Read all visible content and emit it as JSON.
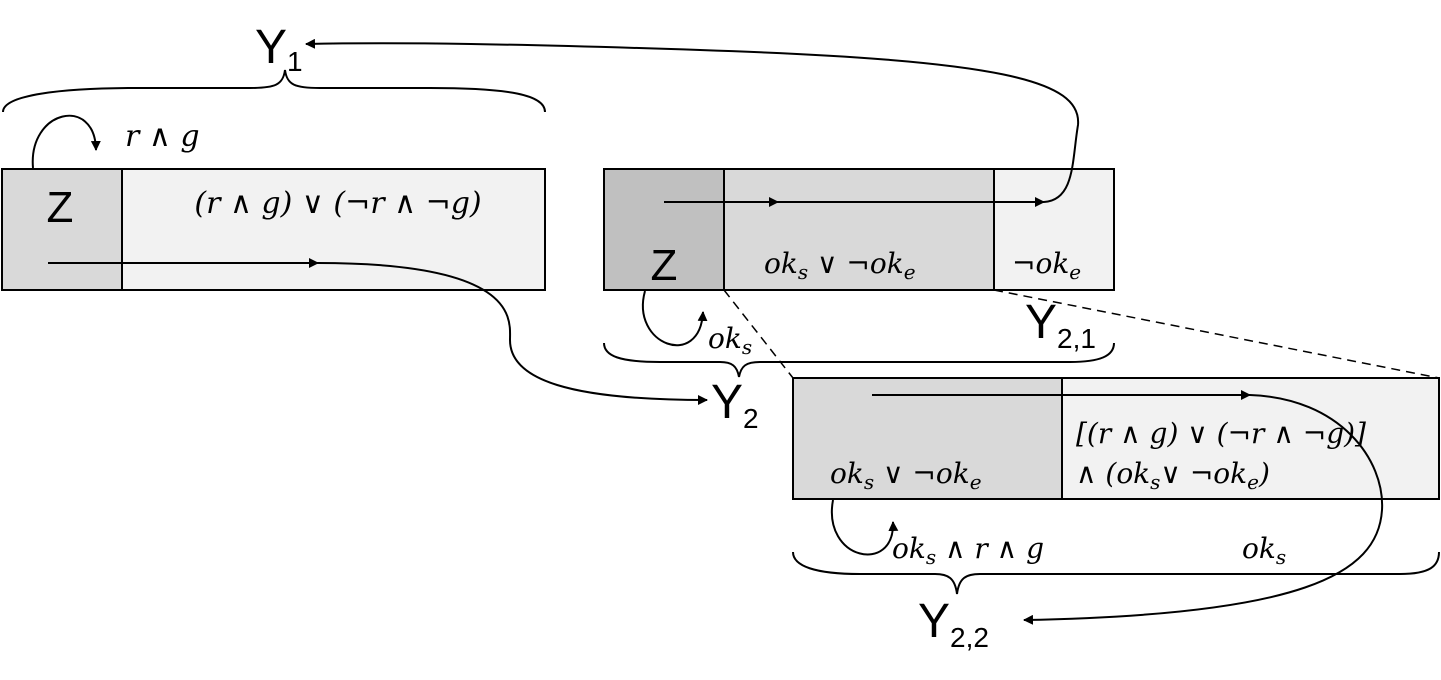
{
  "diagram": {
    "y1": {
      "letter": "Y",
      "sub": "1"
    },
    "y2": {
      "letter": "Y",
      "sub": "2"
    },
    "y21": {
      "letter": "Y",
      "sub": "2,1"
    },
    "y22": {
      "letter": "Y",
      "sub": "2,2"
    },
    "box1": {
      "z_label": "Z",
      "formula": "(r ∧ g) ∨ (¬r ∧ ¬g)",
      "self_loop_label": "r ∧ g"
    },
    "box2": {
      "z_label": "Z",
      "mid_formula_a": "ok",
      "mid_formula_a_sub": "s",
      "mid_formula_b": " ∨  ¬ok",
      "mid_formula_b_sub": "e",
      "right_formula": "¬ok",
      "right_formula_sub": "e",
      "self_loop_label": "ok",
      "self_loop_label_sub": "s"
    },
    "box3": {
      "left_formula_a": "ok",
      "left_formula_a_sub": "s",
      "left_formula_b": " ∨  ¬ok",
      "left_formula_b_sub": "e",
      "right_line1": "[(r ∧ g) ∨ (¬r ∧ ¬g)]",
      "right_line2_a": "∧ (ok",
      "right_line2_a_sub": "s",
      "right_line2_b": "∨  ¬ok",
      "right_line2_b_sub": "e",
      "right_line2_c": ")",
      "self_loop_label_a": "ok",
      "self_loop_label_a_sub": "s",
      "self_loop_label_b": " ∧ r ∧ g",
      "right_edge_label": "ok",
      "right_edge_label_sub": "s"
    },
    "colors": {
      "z_dark": "#c0c0c0",
      "z_light": "#d9d9d9",
      "mid_fill": "#d9d9d9",
      "light_fill": "#f2f2f2",
      "stroke": "#000000"
    }
  }
}
